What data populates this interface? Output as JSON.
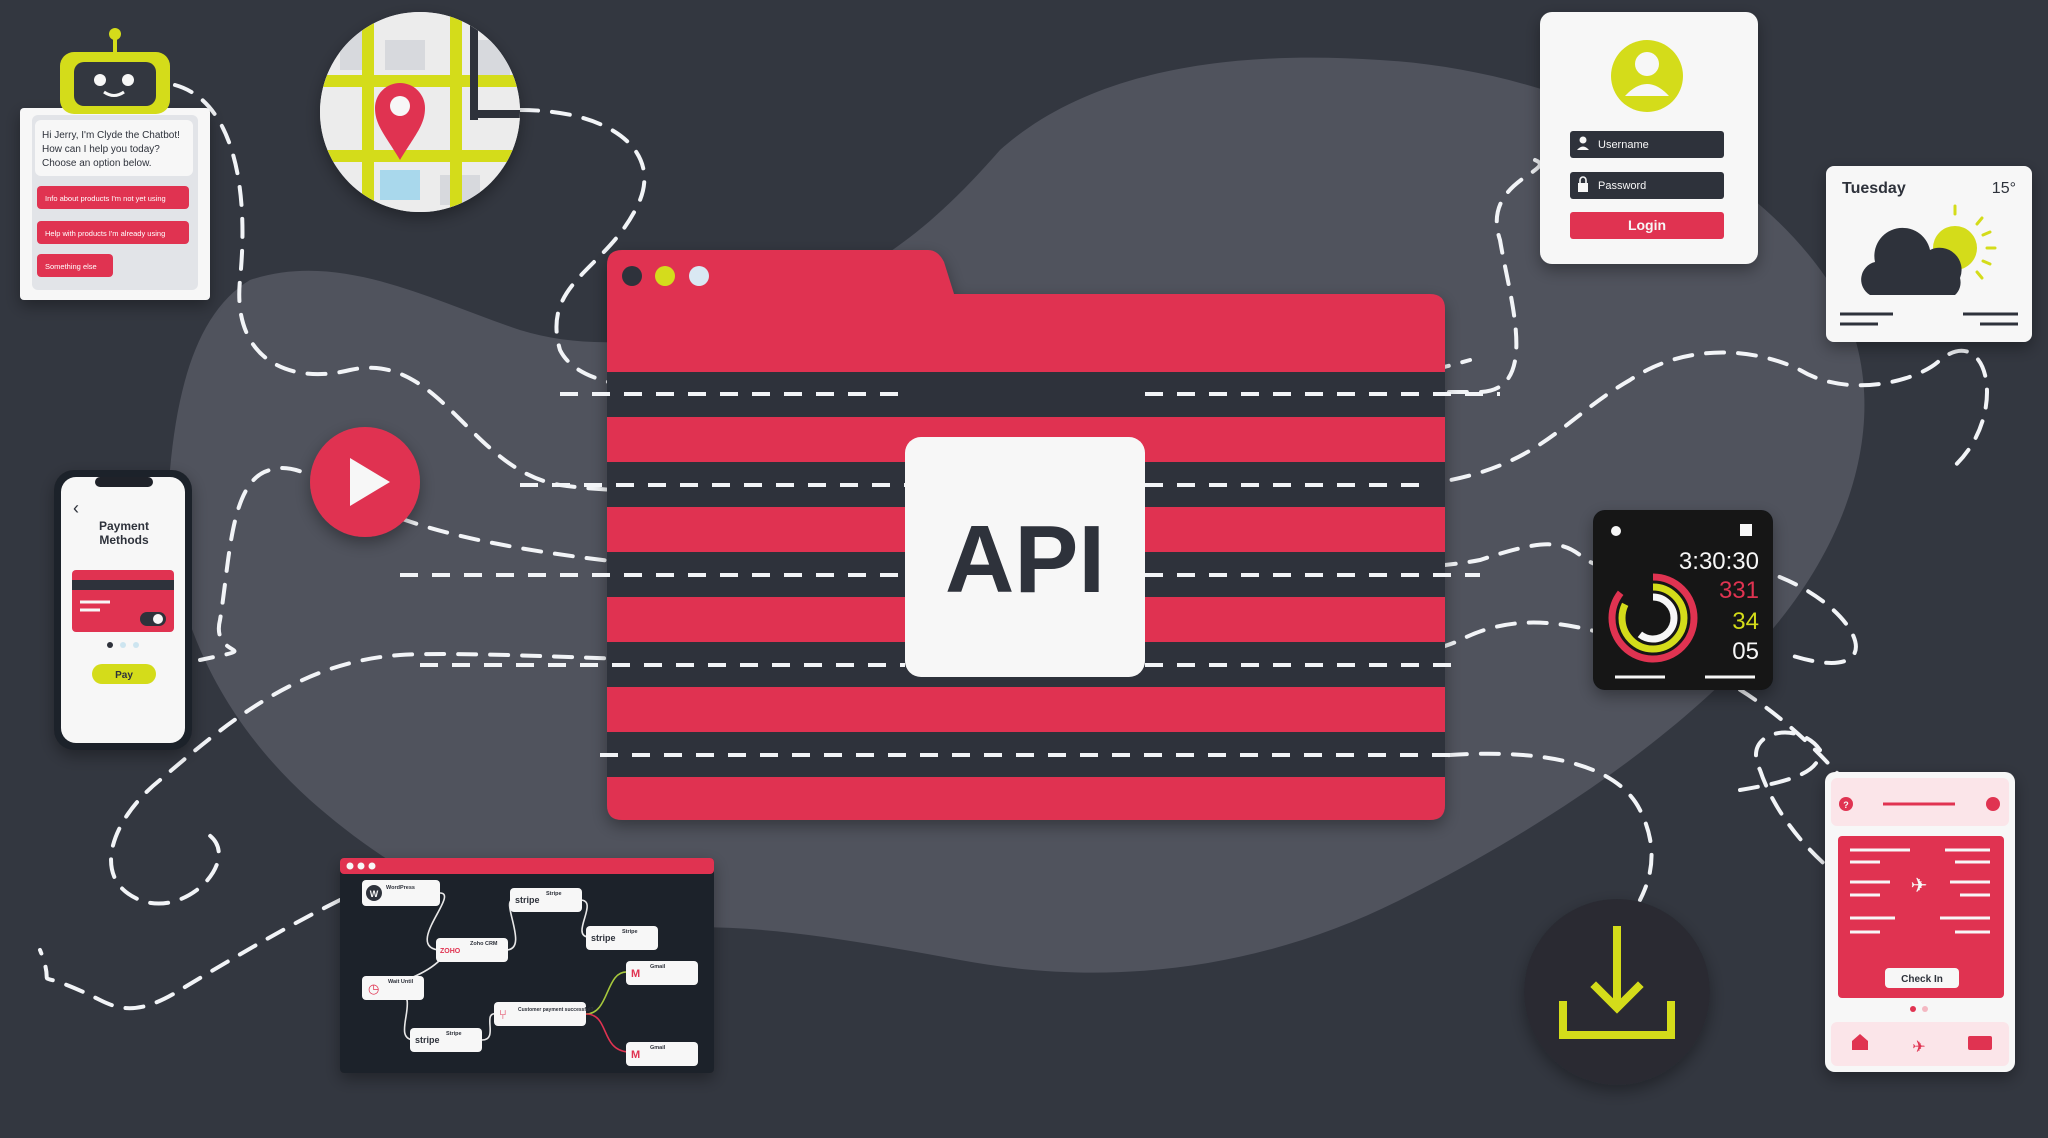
{
  "colors": {
    "background": "#333740",
    "blob": "#50535d",
    "red": "#e03351",
    "yellow": "#d4dc1a",
    "white": "#f7f7f7",
    "dark": "#2e323b",
    "dash": "#f2f4f7"
  },
  "api_window": {
    "label": "API"
  },
  "chatbot": {
    "message": [
      "Hi Jerry, I'm Clyde the Chatbot!",
      "How can I help you today?",
      "Choose an option below."
    ],
    "options": [
      "Info about products I'm not yet using",
      "Help with products I'm already using",
      "Something else"
    ]
  },
  "payment": {
    "title": [
      "Payment",
      "Methods"
    ],
    "pay_label": "Pay"
  },
  "login": {
    "username_placeholder": "Username",
    "password_placeholder": "Password",
    "login_label": "Login"
  },
  "weather": {
    "day": "Tuesday",
    "temp": "15°"
  },
  "watch": {
    "time": "3:30:30",
    "stat1": "331",
    "stat2": "34",
    "stat3": "05"
  },
  "flight": {
    "checkin_label": "Check In"
  },
  "workflow": {
    "nodes": [
      {
        "id": "wordpress",
        "title": "WordPress",
        "logo": "W"
      },
      {
        "id": "stripe1",
        "title": "Stripe",
        "logo": "stripe"
      },
      {
        "id": "zoho",
        "title": "Zoho CRM",
        "logo": "ZOHO"
      },
      {
        "id": "stripe2",
        "title": "Stripe",
        "logo": "stripe"
      },
      {
        "id": "gmail1",
        "title": "Gmail",
        "logo": "M"
      },
      {
        "id": "wait",
        "title": "Wait Until",
        "logo": "◷"
      },
      {
        "id": "cond",
        "title": "Customer payment successful?",
        "logo": "⑂"
      },
      {
        "id": "stripe3",
        "title": "Stripe",
        "logo": "stripe"
      },
      {
        "id": "gmail2",
        "title": "Gmail",
        "logo": "M"
      }
    ]
  },
  "icons": [
    "robot-icon",
    "map-pin-icon",
    "play-icon",
    "user-icon",
    "lock-icon",
    "cloud-sun-icon",
    "download-icon",
    "airplane-icon",
    "home-icon",
    "help-icon",
    "back-arrow-icon"
  ]
}
